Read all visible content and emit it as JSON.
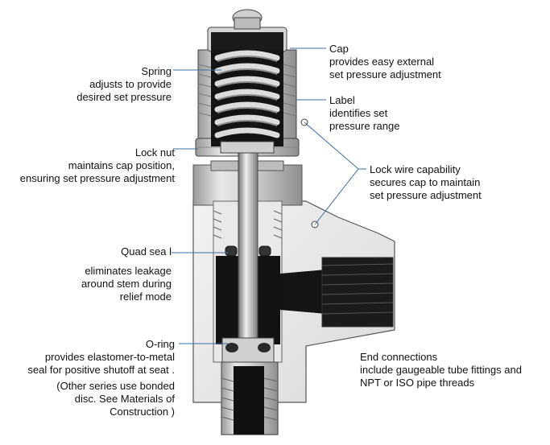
{
  "callouts": {
    "spring": {
      "title": "Spring",
      "lines": [
        "adjusts to provide",
        "desired set pressure"
      ]
    },
    "lock_nut": {
      "title": "Lock nut",
      "lines": [
        "maintains cap position,",
        "ensuring set pressure adjustment"
      ]
    },
    "quad_seal": {
      "title": "Quad sea l",
      "lines": [
        "eliminates leakage",
        "around stem during",
        "relief mode"
      ]
    },
    "o_ring": {
      "title": "O-ring",
      "lines": [
        "provides elastomer-to-metal",
        "seal for positive shutoff at seat .",
        "(Other series use bonded",
        "disc. See Materials of",
        "Construction )"
      ]
    },
    "cap": {
      "title": "Cap",
      "lines": [
        "provides easy external",
        "set pressure adjustment"
      ]
    },
    "label": {
      "title": "Label",
      "lines": [
        "identifies set",
        "pressure range"
      ]
    },
    "lock_wire": {
      "title": "Lock wire capability",
      "lines": [
        "secures cap to maintain",
        "set pressure adjustment"
      ]
    },
    "end_connections": {
      "title": "End connections",
      "lines": [
        "include gaugeable tube fittings and",
        "NPT or ISO pipe threads"
      ]
    }
  },
  "colors": {
    "leader": "#3a6fa8",
    "metal": "#c9c9c9",
    "dark": "#1a1a1a"
  }
}
